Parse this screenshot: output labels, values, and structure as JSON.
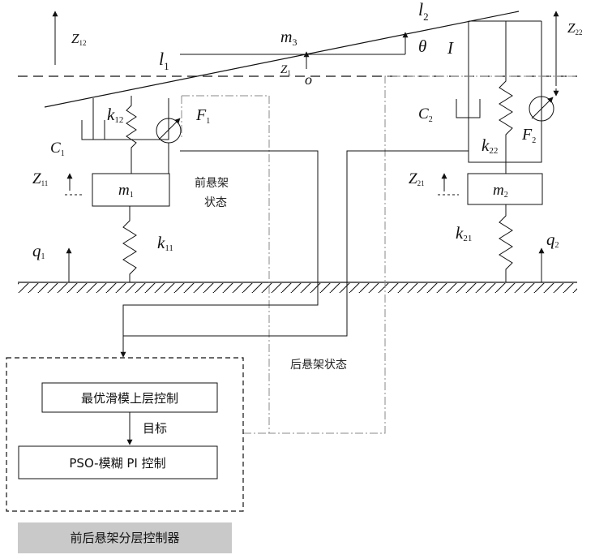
{
  "labels": {
    "z12": {
      "main": "Z",
      "sub": "12"
    },
    "z22": {
      "main": "Z",
      "sub": "22"
    },
    "l1": {
      "main": "l",
      "sub": "1"
    },
    "l2": {
      "main": "l",
      "sub": "2"
    },
    "m3": {
      "main": "m",
      "sub": "3"
    },
    "theta": "θ",
    "inertia": "I",
    "zc": {
      "main": "Z",
      "sub": "1"
    },
    "origin": "o",
    "k12": {
      "main": "k",
      "sub": "12"
    },
    "f1": {
      "main": "F",
      "sub": "1"
    },
    "c1": {
      "main": "C",
      "sub": "1"
    },
    "z11": {
      "main": "Z",
      "sub": "11"
    },
    "m1": {
      "main": "m",
      "sub": "1"
    },
    "k11": {
      "main": "k",
      "sub": "11"
    },
    "q1": {
      "main": "q",
      "sub": "1"
    },
    "c2": {
      "main": "C",
      "sub": "2"
    },
    "k22": {
      "main": "k",
      "sub": "22"
    },
    "f2": {
      "main": "F",
      "sub": "2"
    },
    "z21": {
      "main": "Z",
      "sub": "21"
    },
    "m2": {
      "main": "m",
      "sub": "2"
    },
    "k21": {
      "main": "k",
      "sub": "21"
    },
    "q2": {
      "main": "q",
      "sub": "2"
    }
  },
  "text": {
    "front_state_line1": "前悬架",
    "front_state_line2": "状态",
    "rear_state": "后悬架状态",
    "upper_control": "最优滑模上层控制",
    "target": "目标",
    "lower_control": "PSO-模糊 PI 控制",
    "controller_title": "前后悬架分层控制器"
  },
  "colors": {
    "line": "#111111",
    "title_box": "#c9c9c9",
    "dash_dot": "#888888"
  }
}
